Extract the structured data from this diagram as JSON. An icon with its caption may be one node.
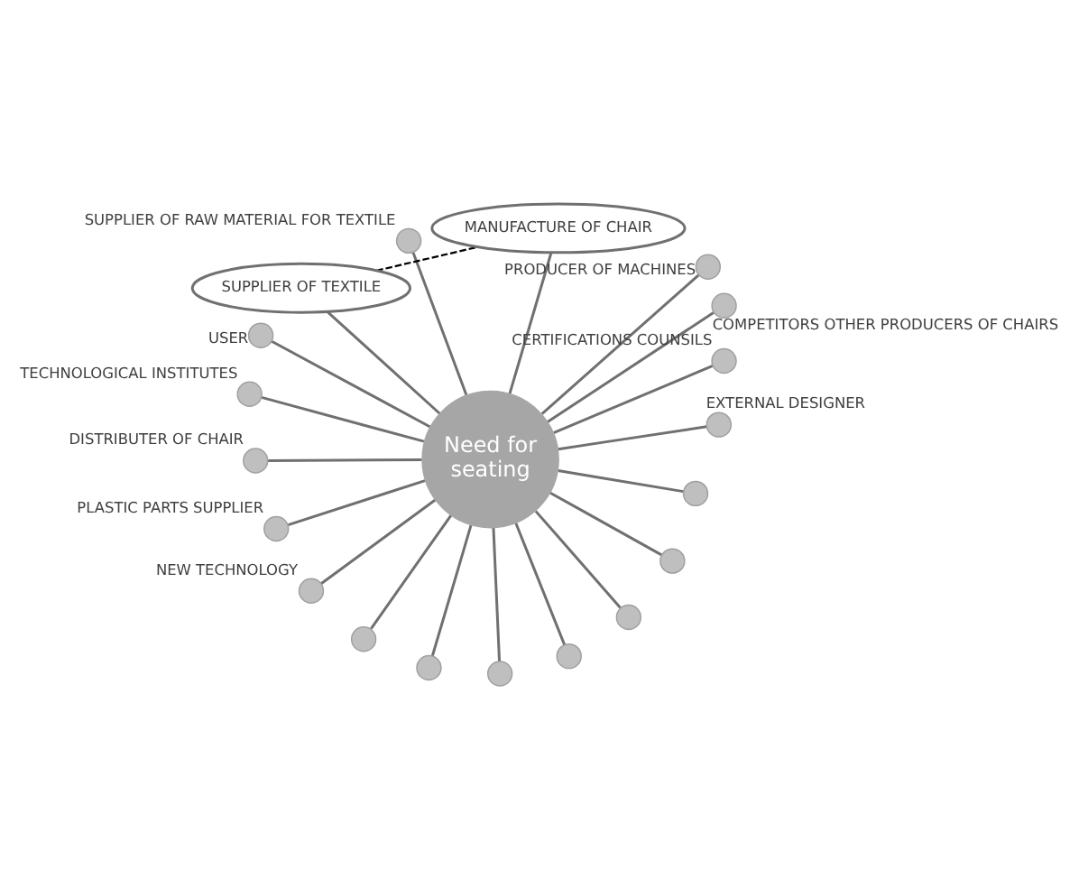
{
  "diagram": {
    "nodes": [
      {
        "text": [
          "Need for seating"
        ]
      },
      {
        "text": [],
        "shape": "circle",
        "beside": [
          "PLASTIC PARTS SUPPLIER"
        ]
      },
      {
        "text": [],
        "shape": "circle",
        "beside": [
          "DISTRIBUTER OF CHAIR"
        ]
      },
      {
        "text": [],
        "shape": "circle",
        "beside": [
          "TECHNOLOGICAL INSTITUTES"
        ]
      },
      {
        "text": [],
        "shape": "circle",
        "beside": [
          "USER"
        ]
      },
      {
        "text": [
          "SUPPLIER OF TEXTILE"
        ]
      },
      {
        "text": [],
        "shape": "circle",
        "beside": [
          "SUPPLIER OF RAW MATERIAL FOR TEXTILE"
        ]
      },
      {
        "text": [
          "MANUFACTURE OF CHAIR"
        ]
      },
      {
        "text": [],
        "shape": "circle",
        "beside": [
          "PRODUCER OF MACHINES"
        ]
      },
      {
        "text": [],
        "shape": "circle",
        "beside": [
          "COMPETITORS OTHER PRODUCERS OF CHAIRS"
        ]
      },
      {
        "text": [],
        "shape": "circle",
        "beside": [
          "CERTIFICATIONS COUNSILS"
        ]
      },
      {
        "text": [],
        "shape": "circle",
        "beside": [
          "EXTERNAL DESIGNER"
        ]
      },
      {
        "text": [],
        "shape": "circle"
      },
      {
        "text": [],
        "shape": "circle"
      },
      {
        "text": [],
        "shape": "circle"
      },
      {
        "text": [],
        "shape": "circle"
      },
      {
        "text": [],
        "shape": "circle"
      },
      {
        "text": [],
        "shape": "circle"
      },
      {
        "text": [],
        "shape": "circle"
      },
      {
        "text": [],
        "shape": "circle",
        "beside": [
          "NEW TECHNOLOGY"
        ]
      }
    ],
    "edges": [
      {
        "from": 0,
        "to": 1,
        "arrow": "none"
      },
      {
        "from": 0,
        "to": 2,
        "arrow": "none"
      },
      {
        "from": 0,
        "to": 3,
        "arrow": "none"
      },
      {
        "from": 0,
        "to": 4,
        "arrow": "none"
      },
      {
        "from": 0,
        "to": 5,
        "arrow": "none"
      },
      {
        "from": 0,
        "to": 6,
        "arrow": "none"
      },
      {
        "from": 0,
        "to": 7,
        "arrow": "none"
      },
      {
        "from": 0,
        "to": 8,
        "arrow": "none"
      },
      {
        "from": 0,
        "to": 9,
        "arrow": "none"
      },
      {
        "from": 0,
        "to": 10,
        "arrow": "none"
      },
      {
        "from": 0,
        "to": 11,
        "arrow": "none"
      },
      {
        "from": 0,
        "to": 12,
        "arrow": "none"
      },
      {
        "from": 0,
        "to": 13,
        "arrow": "none"
      },
      {
        "from": 0,
        "to": 14,
        "arrow": "none"
      },
      {
        "from": 0,
        "to": 15,
        "arrow": "none"
      },
      {
        "from": 0,
        "to": 16,
        "arrow": "none"
      },
      {
        "from": 0,
        "to": 17,
        "arrow": "none"
      },
      {
        "from": 0,
        "to": 18,
        "arrow": "none"
      },
      {
        "from": 0,
        "to": 19,
        "arrow": "none"
      },
      {
        "from": 5,
        "to": 7,
        "arrow": "none",
        "style": "dashed",
        "color": "#000000"
      }
    ]
  }
}
